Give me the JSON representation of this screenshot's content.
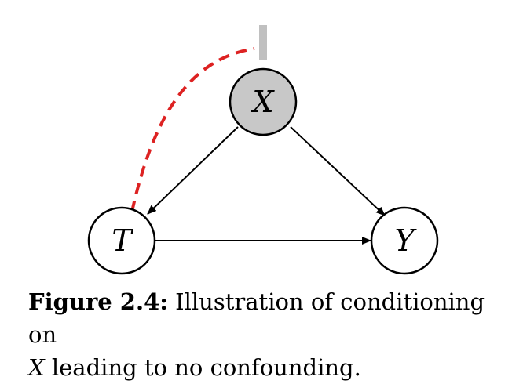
{
  "nodes": {
    "x": {
      "label": "X",
      "fill": "#c8c8c8"
    },
    "t": {
      "label": "T",
      "fill": "#ffffff"
    },
    "y": {
      "label": "Y",
      "fill": "#ffffff"
    }
  },
  "colors": {
    "blocked_path": "#dd2222",
    "block_bar": "#c0c0c0",
    "edge": "#000000"
  },
  "caption": {
    "label": "Figure 2.4:",
    "line1_text": " Illustration of conditioning on",
    "variable": "X",
    "line2_text": " leading to no confounding."
  }
}
